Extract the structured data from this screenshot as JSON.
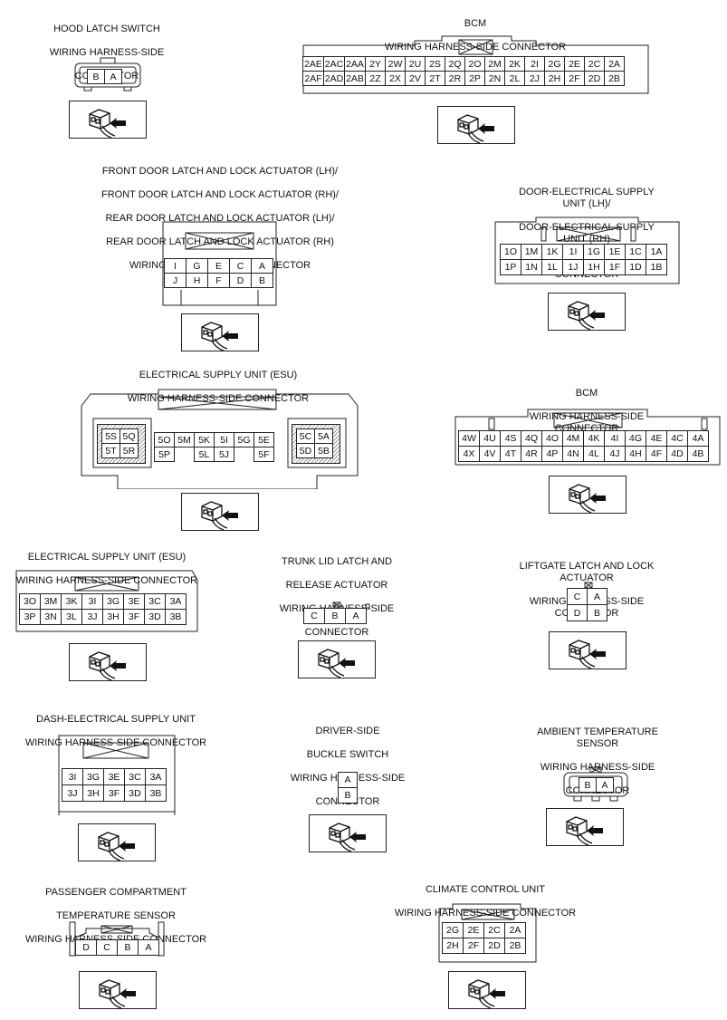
{
  "hood_latch": {
    "title": [
      "HOOD LATCH SWITCH",
      "WIRING HARNESS-SIDE",
      "CONNECTOR"
    ],
    "pins": [
      "B",
      "A"
    ]
  },
  "bcm1": {
    "title": [
      "BCM",
      "WIRING HARNESS-SIDE CONNECTOR"
    ],
    "row1": [
      "2AE",
      "2AC",
      "2AA",
      "2Y",
      "2W",
      "2U",
      "2S",
      "2Q",
      "2O",
      "2M",
      "2K",
      "2I",
      "2G",
      "2E",
      "2C",
      "2A"
    ],
    "row2": [
      "2AF",
      "2AD",
      "2AB",
      "2Z",
      "2X",
      "2V",
      "2T",
      "2R",
      "2P",
      "2N",
      "2L",
      "2J",
      "2H",
      "2F",
      "2D",
      "2B"
    ]
  },
  "door_latch": {
    "title": [
      "FRONT DOOR LATCH AND LOCK ACTUATOR (LH)/",
      "FRONT DOOR LATCH AND LOCK ACTUATOR (RH)/",
      "REAR DOOR LATCH AND LOCK ACTUATOR (LH)/",
      "REAR DOOR LATCH AND LOCK ACTUATOR (RH)",
      "WIRING HARNESS-SIDE CONNECTOR"
    ],
    "row1": [
      "I",
      "G",
      "E",
      "C",
      "A"
    ],
    "row2": [
      "J",
      "H",
      "F",
      "D",
      "B"
    ]
  },
  "door_esu": {
    "title": [
      "DOOR-ELECTRICAL SUPPLY UNIT (LH)/",
      "DOOR-ELECTRICAL SUPPLY UNIT (RH)",
      "WIRING HARNESS-SIDE CONNECTOR"
    ],
    "row1": [
      "1O",
      "1M",
      "1K",
      "1I",
      "1G",
      "1E",
      "1C",
      "1A"
    ],
    "row2": [
      "1P",
      "1N",
      "1L",
      "1J",
      "1H",
      "1F",
      "1D",
      "1B"
    ]
  },
  "esu5": {
    "title": [
      "ELECTRICAL SUPPLY UNIT (ESU)",
      "WIRING HARNESS-SIDE CONNECTOR"
    ],
    "left_row1": [
      "5S",
      "5Q"
    ],
    "left_row2": [
      "5T",
      "5R"
    ],
    "mid_row1": [
      "5O",
      "5M",
      "5K",
      "5I",
      "5G",
      "5E"
    ],
    "mid_row2": [
      "5P",
      "5L",
      "5J",
      "5F"
    ],
    "right_row1": [
      "5C",
      "5A"
    ],
    "right_row2": [
      "5D",
      "5B"
    ]
  },
  "bcm4": {
    "title": [
      "BCM",
      "WIRING HARNESS-SIDE CONNECTOR"
    ],
    "row1": [
      "4W",
      "4U",
      "4S",
      "4Q",
      "4O",
      "4M",
      "4K",
      "4I",
      "4G",
      "4E",
      "4C",
      "4A"
    ],
    "row2": [
      "4X",
      "4V",
      "4T",
      "4R",
      "4P",
      "4N",
      "4L",
      "4J",
      "4H",
      "4F",
      "4D",
      "4B"
    ]
  },
  "esu3": {
    "title": [
      "ELECTRICAL SUPPLY UNIT (ESU)",
      "WIRING HARNESS-SIDE CONNECTOR"
    ],
    "row1": [
      "3O",
      "3M",
      "3K",
      "3I",
      "3G",
      "3E",
      "3C",
      "3A"
    ],
    "row2": [
      "3P",
      "3N",
      "3L",
      "3J",
      "3H",
      "3F",
      "3D",
      "3B"
    ]
  },
  "trunk": {
    "title": [
      "TRUNK LID LATCH AND",
      "RELEASE ACTUATOR",
      "WIRING HARNESS-SIDE",
      "CONNECTOR"
    ],
    "pins": [
      "C",
      "B",
      "A"
    ]
  },
  "liftgate": {
    "title": [
      "LIFTGATE LATCH AND LOCK ACTUATOR",
      "WIRING HARNESS-SIDE CONNECTOR"
    ],
    "row1": [
      "C",
      "A"
    ],
    "row2": [
      "D",
      "B"
    ]
  },
  "dash_esu": {
    "title": [
      "DASH-ELECTRICAL SUPPLY UNIT",
      "WIRING HARNESS-SIDE CONNECTOR"
    ],
    "row1": [
      "3I",
      "3G",
      "3E",
      "3C",
      "3A"
    ],
    "row2": [
      "3J",
      "3H",
      "3F",
      "3D",
      "3B"
    ]
  },
  "buckle": {
    "title": [
      "DRIVER-SIDE",
      "BUCKLE SWITCH",
      "WIRING HARNESS-SIDE",
      "CONNECTOR"
    ],
    "pins": [
      "A",
      "B"
    ]
  },
  "ambient": {
    "title": [
      "AMBIENT TEMPERATURE SENSOR",
      "WIRING HARNESS-SIDE",
      "CONNECTOR"
    ],
    "pins": [
      "B",
      "A"
    ]
  },
  "passenger": {
    "title": [
      "PASSENGER COMPARTMENT",
      "TEMPERATURE SENSOR",
      "WIRING HARNESS-SIDE CONNECTOR"
    ],
    "pins": [
      "D",
      "C",
      "B",
      "A"
    ]
  },
  "climate": {
    "title": [
      "CLIMATE CONTROL UNIT",
      "WIRING HARNESS-SIDE CONNECTOR"
    ],
    "row1": [
      "2G",
      "2E",
      "2C",
      "2A"
    ],
    "row2": [
      "2H",
      "2F",
      "2D",
      "2B"
    ]
  }
}
